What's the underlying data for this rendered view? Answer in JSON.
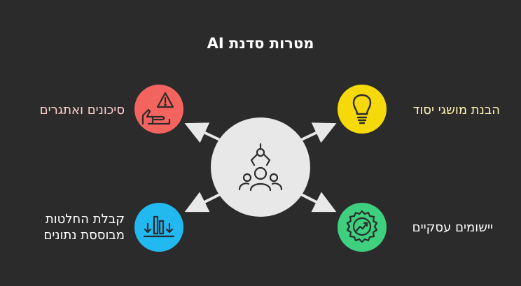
{
  "title": "מטרות סדנת AI",
  "center": {
    "icon": "robot-arm-with-people-icon"
  },
  "nodes": [
    {
      "id": "basic-concepts",
      "label": "הבנת מושגי יסוד",
      "color": "#f5d90a",
      "icon": "lightbulb-icon",
      "label_color": "#fff3b0"
    },
    {
      "id": "risks",
      "label": "סיכונים ואתגרים",
      "color": "#f4645f",
      "icon": "warning-hand-icon",
      "label_color": "#ffd0cc"
    },
    {
      "id": "business",
      "label": "יישומים עסקיים",
      "color": "#3ed07f",
      "icon": "gear-chart-icon",
      "label_color": "#ffffff"
    },
    {
      "id": "data-decisions",
      "label_line1": "קבלת החלטות",
      "label_line2": "מבוססת נתונים",
      "color": "#22b8f0",
      "icon": "bar-chart-icon",
      "label_color": "#ffffff"
    }
  ]
}
